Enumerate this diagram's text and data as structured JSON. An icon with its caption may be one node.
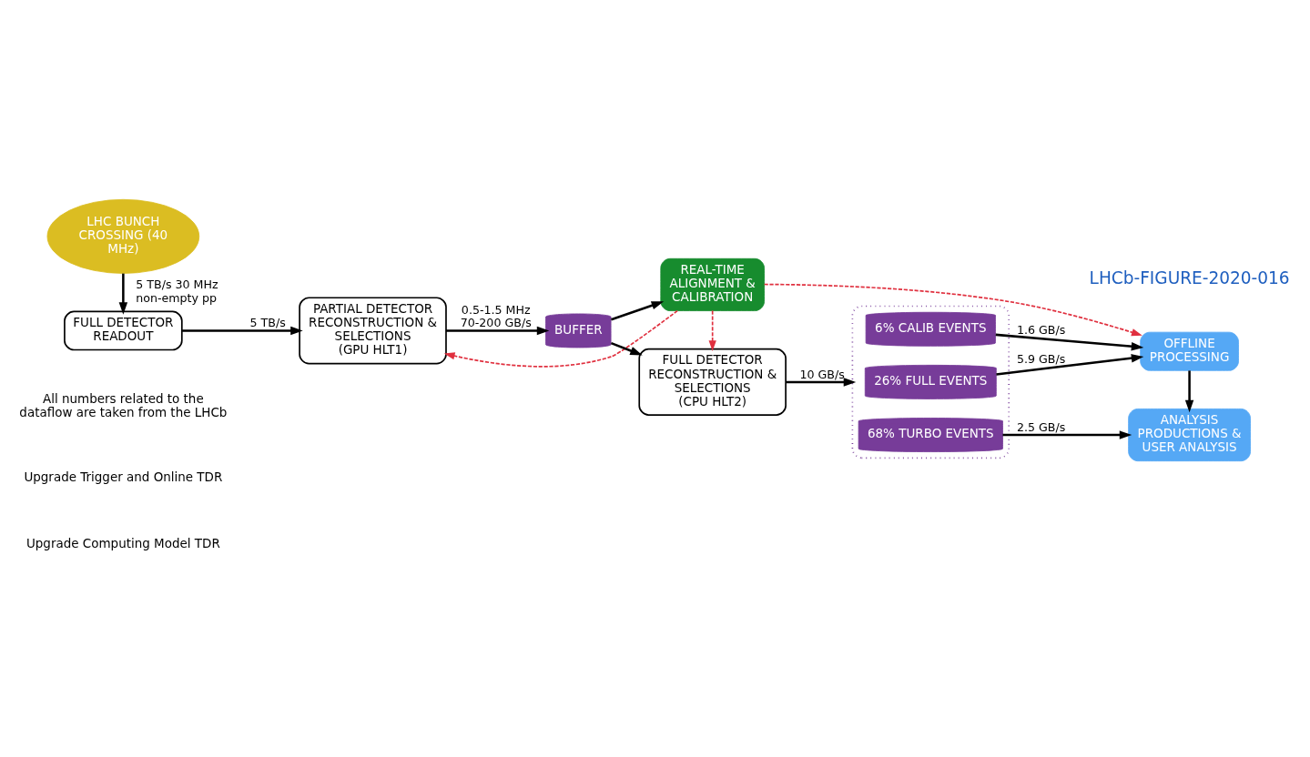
{
  "diagram": {
    "nodes": [
      {
        "text": [
          "LHC BUNCH CROSSING (40 MHz)"
        ]
      },
      {
        "text": [
          "FULL DETECTOR READOUT"
        ]
      },
      {
        "text": [
          "PARTIAL DETECTOR RECONSTRUCTION & SELECTIONS",
          "(GPU HLT1)"
        ]
      },
      {
        "text": [
          "REAL-TIME ALIGNMENT & CALIBRATION"
        ]
      },
      {
        "text": [
          "BUFFER"
        ]
      },
      {
        "text": [
          "FULL DETECTOR RECONSTRUCTION & SELECTIONS",
          "(CPU HLT2)"
        ]
      },
      {
        "text": [],
        "shape": "box"
      },
      {
        "text": [
          "6% CALIB EVENTS"
        ],
        "in": 6
      },
      {
        "text": [
          "26% FULL EVENTS"
        ],
        "in": 6
      },
      {
        "text": [
          "68% TURBO EVENTS"
        ],
        "in": 6
      },
      {
        "text": [
          "OFFLINE PROCESSING"
        ]
      },
      {
        "text": [
          "ANALYSIS PRODUCTIONS & USER ANALYSIS"
        ]
      }
    ],
    "edges": [
      {
        "from": 0,
        "to": 1,
        "arrow": "to",
        "label": "5 TB/s 30 MHz non-empty pp"
      },
      {
        "from": 1,
        "to": 2,
        "arrow": "to",
        "label": "5 TB/s"
      },
      {
        "from": 2,
        "to": 4,
        "arrow": "to",
        "label": "0.5-1.5 MHz 70-200 GB/s"
      },
      {
        "from": 4,
        "to": 3,
        "arrow": "to"
      },
      {
        "from": 4,
        "to": 5,
        "arrow": "to"
      },
      {
        "from": 3,
        "to": 2,
        "arrow": "to",
        "style": "dashed",
        "color": "#e0303f"
      },
      {
        "from": 3,
        "to": 5,
        "arrow": "to",
        "style": "dashed",
        "color": "#e0303f"
      },
      {
        "from": 3,
        "to": 10,
        "arrow": "to",
        "style": "dashed",
        "color": "#e0303f"
      },
      {
        "from": 5,
        "to": 6,
        "arrow": "to",
        "label": "10 GB/s"
      },
      {
        "from": 7,
        "to": 10,
        "arrow": "to",
        "label": "1.6 GB/s"
      },
      {
        "from": 8,
        "to": 10,
        "arrow": "to",
        "label": "5.9 GB/s"
      },
      {
        "from": 9,
        "to": 11,
        "arrow": "to",
        "label": "2.5 GB/s"
      },
      {
        "from": 10,
        "to": 11,
        "arrow": "to"
      }
    ],
    "labels": [
      "LHCb-FIGURE-2020-016",
      "All numbers related to the dataflow are taken from the LHCb",
      "Upgrade Trigger and Online TDR",
      "Upgrade Computing Model TDR"
    ]
  }
}
